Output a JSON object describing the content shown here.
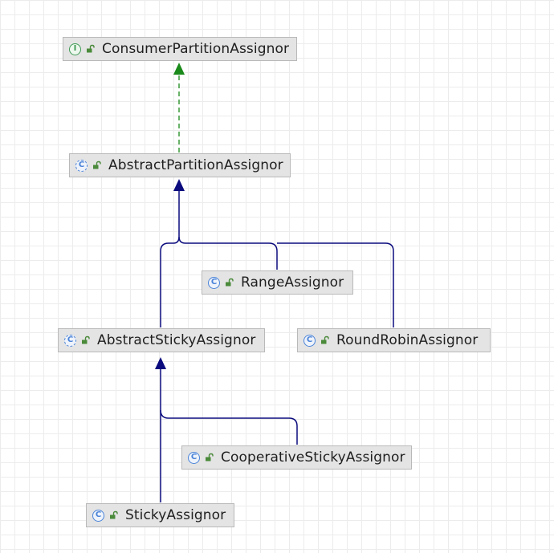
{
  "nodes": {
    "consumer_partition_assignor": {
      "kind_glyph": "I",
      "kind": "interface",
      "label": "ConsumerPartitionAssignor"
    },
    "abstract_partition_assignor": {
      "kind_glyph": "C",
      "kind": "abstract-class",
      "label": "AbstractPartitionAssignor"
    },
    "range_assignor": {
      "kind_glyph": "C",
      "kind": "class",
      "label": "RangeAssignor"
    },
    "abstract_sticky_assignor": {
      "kind_glyph": "C",
      "kind": "abstract-class",
      "label": "AbstractStickyAssignor"
    },
    "round_robin_assignor": {
      "kind_glyph": "C",
      "kind": "class",
      "label": "RoundRobinAssignor"
    },
    "cooperative_sticky_assignor": {
      "kind_glyph": "C",
      "kind": "class",
      "label": "CooperativeStickyAssignor"
    },
    "sticky_assignor": {
      "kind_glyph": "C",
      "kind": "class",
      "label": "StickyAssignor"
    }
  },
  "colors": {
    "implements_edge": "#1a8a1a",
    "extends_edge": "#0b0b7e",
    "node_fill": "#e4e4e4",
    "node_border": "#b9b9b9"
  }
}
